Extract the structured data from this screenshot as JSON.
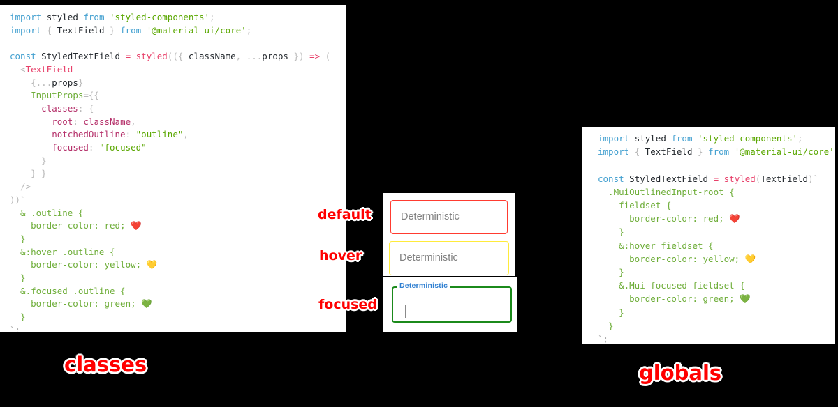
{
  "theme": {
    "background": "#000000",
    "panel_background": "#ffffff",
    "callout_color": "#ff0000",
    "callout_outline": "#ffffff",
    "keyword_color": "#43a0d0",
    "string_color": "#5aa700",
    "operator_color": "#e8406a",
    "property_color": "#6fae3a",
    "key_color": "#b5306a",
    "punct_color": "#b9b9b9",
    "plain_color": "#24292e"
  },
  "left_panel": {
    "caption": "classes",
    "language": "jsx",
    "lines": [
      {
        "id": "l1",
        "tokens": [
          {
            "t": "import",
            "c": "kw"
          },
          {
            "t": " ",
            "c": "plain"
          },
          {
            "t": "styled",
            "c": "plain"
          },
          {
            "t": " ",
            "c": "plain"
          },
          {
            "t": "from",
            "c": "kw"
          },
          {
            "t": " ",
            "c": "plain"
          },
          {
            "t": "'styled-components'",
            "c": "str"
          },
          {
            "t": ";",
            "c": "punct"
          }
        ]
      },
      {
        "id": "l2",
        "tokens": [
          {
            "t": "import",
            "c": "kw"
          },
          {
            "t": " ",
            "c": "plain"
          },
          {
            "t": "{",
            "c": "punct"
          },
          {
            "t": " TextField ",
            "c": "plain"
          },
          {
            "t": "}",
            "c": "punct"
          },
          {
            "t": " ",
            "c": "plain"
          },
          {
            "t": "from",
            "c": "kw"
          },
          {
            "t": " ",
            "c": "plain"
          },
          {
            "t": "'@material-ui/core'",
            "c": "str"
          },
          {
            "t": ";",
            "c": "punct"
          }
        ]
      },
      {
        "id": "l3",
        "tokens": []
      },
      {
        "id": "l4",
        "tokens": [
          {
            "t": "const",
            "c": "kw"
          },
          {
            "t": " StyledTextField ",
            "c": "plain"
          },
          {
            "t": "=",
            "c": "op"
          },
          {
            "t": " ",
            "c": "plain"
          },
          {
            "t": "styled",
            "c": "fn"
          },
          {
            "t": "((",
            "c": "punct"
          },
          {
            "t": "{ ",
            "c": "punct"
          },
          {
            "t": "className",
            "c": "plain"
          },
          {
            "t": ", ",
            "c": "punct"
          },
          {
            "t": "...",
            "c": "punct"
          },
          {
            "t": "props",
            "c": "plain"
          },
          {
            "t": " }",
            "c": "punct"
          },
          {
            "t": ") ",
            "c": "punct"
          },
          {
            "t": "=>",
            "c": "op"
          },
          {
            "t": " (",
            "c": "punct"
          }
        ]
      },
      {
        "id": "l5",
        "tokens": [
          {
            "t": "  <",
            "c": "punct"
          },
          {
            "t": "TextField",
            "c": "tag"
          }
        ]
      },
      {
        "id": "l6",
        "tokens": [
          {
            "t": "    {",
            "c": "punct"
          },
          {
            "t": "...",
            "c": "punct"
          },
          {
            "t": "props",
            "c": "plain"
          },
          {
            "t": "}",
            "c": "punct"
          }
        ]
      },
      {
        "id": "l7",
        "tokens": [
          {
            "t": "    ",
            "c": "plain"
          },
          {
            "t": "InputProps",
            "c": "prop"
          },
          {
            "t": "={{",
            "c": "punct"
          }
        ]
      },
      {
        "id": "l8",
        "tokens": [
          {
            "t": "      ",
            "c": "plain"
          },
          {
            "t": "classes",
            "c": "key"
          },
          {
            "t": ": {",
            "c": "punct"
          }
        ]
      },
      {
        "id": "l9",
        "tokens": [
          {
            "t": "        ",
            "c": "plain"
          },
          {
            "t": "root",
            "c": "key"
          },
          {
            "t": ": ",
            "c": "punct"
          },
          {
            "t": "className",
            "c": "key"
          },
          {
            "t": ",",
            "c": "punct"
          }
        ]
      },
      {
        "id": "l10",
        "tokens": [
          {
            "t": "        ",
            "c": "plain"
          },
          {
            "t": "notchedOutline",
            "c": "key"
          },
          {
            "t": ": ",
            "c": "punct"
          },
          {
            "t": "\"outline\"",
            "c": "str"
          },
          {
            "t": ",",
            "c": "punct"
          }
        ]
      },
      {
        "id": "l11",
        "tokens": [
          {
            "t": "        ",
            "c": "plain"
          },
          {
            "t": "focused",
            "c": "key"
          },
          {
            "t": ": ",
            "c": "punct"
          },
          {
            "t": "\"focused\"",
            "c": "str"
          }
        ]
      },
      {
        "id": "l12",
        "tokens": [
          {
            "t": "      }",
            "c": "punct"
          }
        ]
      },
      {
        "id": "l13",
        "tokens": [
          {
            "t": "    } }",
            "c": "punct"
          }
        ]
      },
      {
        "id": "l14",
        "tokens": [
          {
            "t": "  />",
            "c": "punct"
          }
        ]
      },
      {
        "id": "l15",
        "tokens": [
          {
            "t": "))`",
            "c": "punct"
          }
        ]
      },
      {
        "id": "l16",
        "tokens": [
          {
            "t": "  & .outline {",
            "c": "sel"
          }
        ]
      },
      {
        "id": "l17",
        "tokens": [
          {
            "t": "    border-color: red; ",
            "c": "prop"
          },
          {
            "t": "❤️",
            "c": "emoji"
          }
        ]
      },
      {
        "id": "l18",
        "tokens": [
          {
            "t": "  }",
            "c": "sel"
          }
        ]
      },
      {
        "id": "l19",
        "tokens": [
          {
            "t": "  &:hover .outline {",
            "c": "sel"
          }
        ]
      },
      {
        "id": "l20",
        "tokens": [
          {
            "t": "    border-color: yellow; ",
            "c": "prop"
          },
          {
            "t": "💛",
            "c": "emoji"
          }
        ]
      },
      {
        "id": "l21",
        "tokens": [
          {
            "t": "  }",
            "c": "sel"
          }
        ]
      },
      {
        "id": "l22",
        "tokens": [
          {
            "t": "  &.focused .outline {",
            "c": "sel"
          }
        ]
      },
      {
        "id": "l23",
        "tokens": [
          {
            "t": "    border-color: green; ",
            "c": "prop"
          },
          {
            "t": "💚",
            "c": "emoji"
          }
        ]
      },
      {
        "id": "l24",
        "tokens": [
          {
            "t": "  }",
            "c": "sel"
          }
        ]
      },
      {
        "id": "l25",
        "tokens": [
          {
            "t": "`;",
            "c": "grey"
          }
        ]
      }
    ]
  },
  "right_panel": {
    "caption": "globals",
    "language": "jsx",
    "lines": [
      {
        "id": "r1",
        "tokens": [
          {
            "t": "import",
            "c": "kw"
          },
          {
            "t": " ",
            "c": "plain"
          },
          {
            "t": "styled",
            "c": "plain"
          },
          {
            "t": " ",
            "c": "plain"
          },
          {
            "t": "from",
            "c": "kw"
          },
          {
            "t": " ",
            "c": "plain"
          },
          {
            "t": "'styled-components'",
            "c": "str"
          },
          {
            "t": ";",
            "c": "punct"
          }
        ]
      },
      {
        "id": "r2",
        "tokens": [
          {
            "t": "import",
            "c": "kw"
          },
          {
            "t": " ",
            "c": "plain"
          },
          {
            "t": "{",
            "c": "punct"
          },
          {
            "t": " TextField ",
            "c": "plain"
          },
          {
            "t": "}",
            "c": "punct"
          },
          {
            "t": " ",
            "c": "plain"
          },
          {
            "t": "from",
            "c": "kw"
          },
          {
            "t": " ",
            "c": "plain"
          },
          {
            "t": "'@material-ui/core'",
            "c": "str"
          },
          {
            "t": ";",
            "c": "punct"
          }
        ]
      },
      {
        "id": "r3",
        "tokens": []
      },
      {
        "id": "r4",
        "tokens": [
          {
            "t": "const",
            "c": "kw"
          },
          {
            "t": " StyledTextField ",
            "c": "plain"
          },
          {
            "t": "=",
            "c": "op"
          },
          {
            "t": " ",
            "c": "plain"
          },
          {
            "t": "styled",
            "c": "fn"
          },
          {
            "t": "(",
            "c": "punct"
          },
          {
            "t": "TextField",
            "c": "plain"
          },
          {
            "t": ")`",
            "c": "punct"
          }
        ]
      },
      {
        "id": "r5",
        "tokens": [
          {
            "t": "  .MuiOutlinedInput-root {",
            "c": "sel"
          }
        ]
      },
      {
        "id": "r6",
        "tokens": [
          {
            "t": "    fieldset {",
            "c": "sel"
          }
        ]
      },
      {
        "id": "r7",
        "tokens": [
          {
            "t": "      border-color: red; ",
            "c": "prop"
          },
          {
            "t": "❤️",
            "c": "emoji"
          }
        ]
      },
      {
        "id": "r8",
        "tokens": [
          {
            "t": "    }",
            "c": "sel"
          }
        ]
      },
      {
        "id": "r9",
        "tokens": [
          {
            "t": "    &:hover fieldset {",
            "c": "sel"
          }
        ]
      },
      {
        "id": "r10",
        "tokens": [
          {
            "t": "      border-color: yellow; ",
            "c": "prop"
          },
          {
            "t": "💛",
            "c": "emoji"
          }
        ]
      },
      {
        "id": "r11",
        "tokens": [
          {
            "t": "    }",
            "c": "sel"
          }
        ]
      },
      {
        "id": "r12",
        "tokens": [
          {
            "t": "    &.Mui-focused fieldset {",
            "c": "sel"
          }
        ]
      },
      {
        "id": "r13",
        "tokens": [
          {
            "t": "      border-color: green; ",
            "c": "prop"
          },
          {
            "t": "💚",
            "c": "emoji"
          }
        ]
      },
      {
        "id": "r14",
        "tokens": [
          {
            "t": "    }",
            "c": "sel"
          }
        ]
      },
      {
        "id": "r15",
        "tokens": [
          {
            "t": "  }",
            "c": "sel"
          }
        ]
      },
      {
        "id": "r16",
        "tokens": [
          {
            "t": "`;",
            "c": "grey"
          }
        ]
      }
    ]
  },
  "demo": {
    "fields": [
      {
        "state": "default",
        "label": "Deterministic",
        "value": "",
        "label_position": "inside",
        "border_color": "#ff3b30",
        "text_color": "#808080"
      },
      {
        "state": "hover",
        "label": "Deterministic",
        "value": "",
        "label_position": "inside",
        "border_color": "#ffeb3b",
        "text_color": "#808080"
      },
      {
        "state": "focused",
        "label": "Deterministic",
        "value": "",
        "label_position": "notch",
        "border_color": "#1b8a1b",
        "label_color": "#2f7fd1",
        "caret": true
      }
    ]
  },
  "callouts": {
    "default": "default",
    "hover": "hover",
    "focused": "focused",
    "classes": "classes",
    "globals": "globals"
  }
}
